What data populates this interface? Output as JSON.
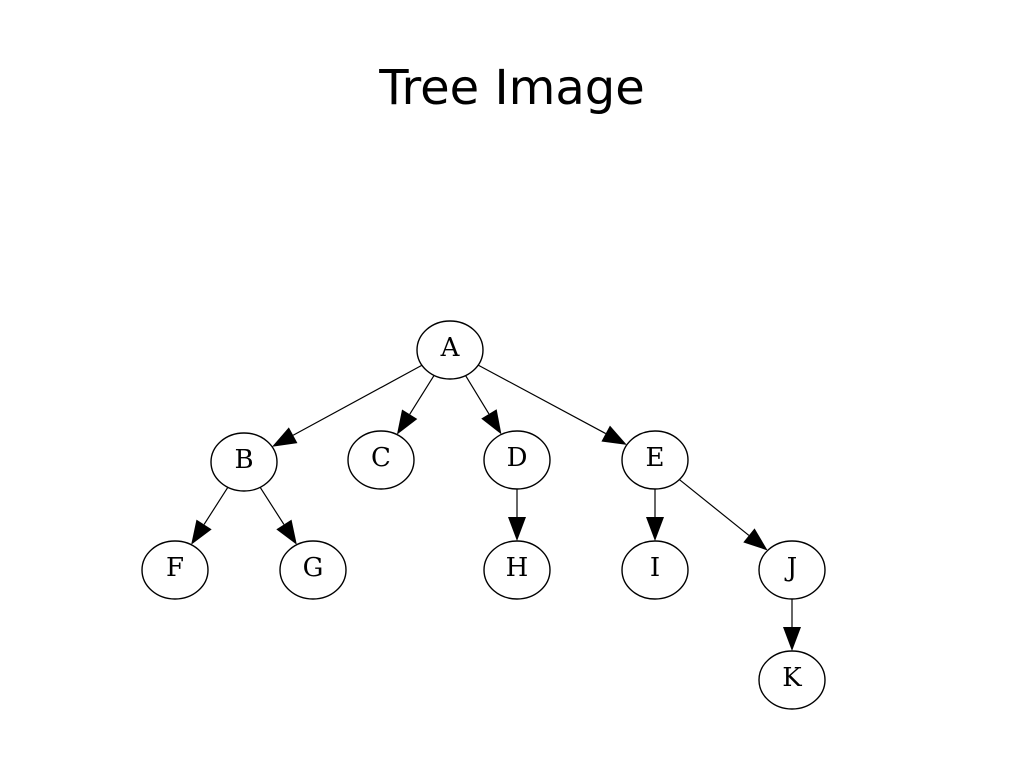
{
  "slide": {
    "title": "Tree Image"
  },
  "tree": {
    "nodes": [
      {
        "id": "A",
        "label": "A"
      },
      {
        "id": "B",
        "label": "B"
      },
      {
        "id": "C",
        "label": "C"
      },
      {
        "id": "D",
        "label": "D"
      },
      {
        "id": "E",
        "label": "E"
      },
      {
        "id": "F",
        "label": "F"
      },
      {
        "id": "G",
        "label": "G"
      },
      {
        "id": "H",
        "label": "H"
      },
      {
        "id": "I",
        "label": "I"
      },
      {
        "id": "J",
        "label": "J"
      },
      {
        "id": "K",
        "label": "K"
      }
    ],
    "edges": [
      {
        "from": "A",
        "to": "B"
      },
      {
        "from": "A",
        "to": "C"
      },
      {
        "from": "A",
        "to": "D"
      },
      {
        "from": "A",
        "to": "E"
      },
      {
        "from": "B",
        "to": "F"
      },
      {
        "from": "B",
        "to": "G"
      },
      {
        "from": "D",
        "to": "H"
      },
      {
        "from": "E",
        "to": "I"
      },
      {
        "from": "E",
        "to": "J"
      },
      {
        "from": "J",
        "to": "K"
      }
    ]
  }
}
